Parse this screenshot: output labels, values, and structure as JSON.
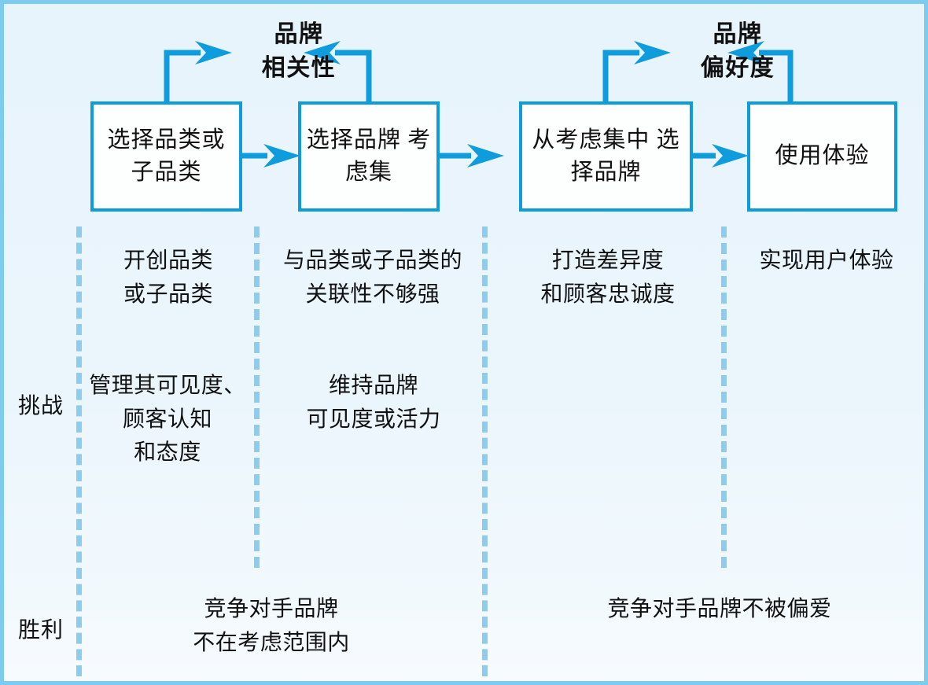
{
  "diagram": {
    "title_hidden": "",
    "colors": {
      "line": "#0f9cdd",
      "divider": "#8ccdee",
      "frame": "#7ecbf0",
      "background": "#eaf5fc",
      "box_fill": "#fdfefe",
      "text": "#111111"
    },
    "loop_labels": [
      {
        "id": "brand-relevance",
        "text": "品牌\n相关性"
      },
      {
        "id": "brand-preference",
        "text": "品牌\n偏好度"
      }
    ],
    "stages": [
      {
        "id": "choose-category",
        "text": "选择品类或\n子品类"
      },
      {
        "id": "brand-consideration-set",
        "text": "选择品牌\n考虑集"
      },
      {
        "id": "choose-brand",
        "text": "从考虑集中\n选择品牌"
      },
      {
        "id": "use-experience",
        "text": "使用体验"
      }
    ],
    "rows": [
      {
        "id": "challenges",
        "label": "挑战"
      },
      {
        "id": "wins",
        "label": "胜利"
      }
    ],
    "challenge_cells": [
      {
        "id": "challenge-top-1",
        "text": "开创品类\n或子品类"
      },
      {
        "id": "challenge-top-2",
        "text": "与品类或子品类的\n关联性不够强"
      },
      {
        "id": "challenge-top-3",
        "text": "打造差异度\n和顾客忠诚度"
      },
      {
        "id": "challenge-top-4",
        "text": "实现用户体验"
      },
      {
        "id": "challenge-mid-1",
        "text": "管理其可见度、\n顾客认知\n和态度"
      },
      {
        "id": "challenge-mid-2",
        "text": "维持品牌\n可见度或活力"
      }
    ],
    "win_cells": [
      {
        "id": "win-left",
        "text": "竞争对手品牌\n不在考虑范围内"
      },
      {
        "id": "win-right",
        "text": "竞争对手品牌不被偏爱"
      }
    ]
  }
}
